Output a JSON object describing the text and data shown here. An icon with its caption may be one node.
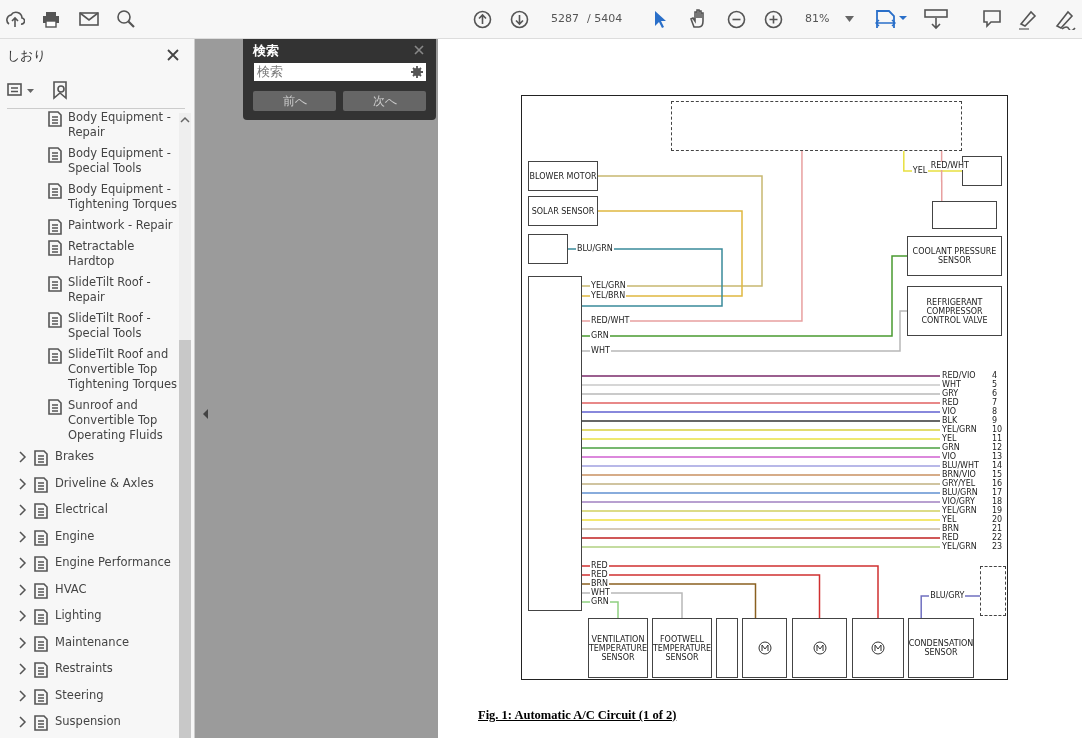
{
  "diagram": {
    "caption": "Fig. 1: Automatic A/C Circuit (1 of 2)",
    "nodes": [
      {
        "text": [],
        "shape": "box"
      },
      {
        "text": [
          "BLOWER MOTOR"
        ]
      },
      {
        "text": [
          "SOLAR SENSOR"
        ]
      },
      {
        "text": [],
        "shape": "box"
      },
      {
        "text": [],
        "shape": "box"
      },
      {
        "text": [],
        "shape": "box"
      },
      {
        "text": [],
        "shape": "box"
      },
      {
        "text": [
          "COOLANT PRESSURE SENSOR"
        ]
      },
      {
        "text": [
          "REFRIGERANT COMPRESSOR CONTROL VALVE"
        ]
      },
      {
        "text": [
          "VENTILATION TEMPERATURE SENSOR"
        ]
      },
      {
        "text": [
          "FOOTWELL TEMPERATURE SENSOR"
        ]
      },
      {
        "text": [],
        "shape": "box"
      },
      {
        "text": [],
        "shape": "box"
      },
      {
        "text": [],
        "shape": "box"
      },
      {
        "text": [],
        "shape": "box"
      },
      {
        "text": [
          "CONDENSATION SENSOR"
        ]
      },
      {
        "text": [],
        "shape": "box"
      }
    ],
    "edges": [
      {
        "from": 1,
        "to": 4,
        "arrow": "none",
        "label": "YEL/GRN",
        "color": "#c8b870"
      },
      {
        "from": 2,
        "to": 4,
        "arrow": "none",
        "label": "YEL/BRN",
        "color": "#e0b840"
      },
      {
        "from": 3,
        "to": 4,
        "arrow": "none",
        "label": "BLU/GRN",
        "color": "#3a8a9a"
      },
      {
        "from": 0,
        "to": 4,
        "arrow": "none",
        "label": "RED/WHT",
        "color": "#e8a0a0"
      },
      {
        "from": 0,
        "to": 5,
        "arrow": "none",
        "label": "YEL",
        "color": "#e8e040"
      },
      {
        "from": 0,
        "to": 6,
        "arrow": "none",
        "label": "RED/WHT",
        "color": "#e8a0a0"
      },
      {
        "from": 4,
        "to": 7,
        "arrow": "none",
        "label": "GRN",
        "color": "#4a9a30"
      },
      {
        "from": 4,
        "to": 8,
        "arrow": "none",
        "label": "WHT",
        "color": "#b8b8b8"
      },
      {
        "from": 4,
        "to": 9,
        "arrow": "none",
        "label": "GRN",
        "color": "#8fd080"
      },
      {
        "from": 4,
        "to": 10,
        "arrow": "none",
        "label": "WHT",
        "color": "#b8b8b8"
      },
      {
        "from": 4,
        "to": 12,
        "arrow": "none",
        "label": "BRN",
        "color": "#8a6020"
      },
      {
        "from": 4,
        "to": 13,
        "arrow": "none",
        "label": "RED",
        "color": "#d03030"
      },
      {
        "from": 4,
        "to": 14,
        "arrow": "none",
        "label": "RED",
        "color": "#d03030"
      },
      {
        "from": 15,
        "to": 16,
        "arrow": "none",
        "label": "BLU/GRY",
        "color": "#7070c0"
      }
    ],
    "labels": [
      "5287",
      "/ 5404",
      "81%",
      "しおり",
      "Body Equipment - Repair",
      "Body Equipment - Special Tools",
      "Body Equipment - Tightening Torques",
      "Paintwork - Repair",
      "Retractable Hardtop",
      "SlideTilt Roof - Repair",
      "SlideTilt Roof - Special Tools",
      "SlideTilt Roof and Convertible Top Tightening Torques",
      "Sunroof and Convertible Top Operating Fluids",
      "Brakes",
      "Driveline & Axles",
      "Electrical",
      "Engine",
      "Engine Performance",
      "HVAC",
      "Lighting",
      "Maintenance",
      "Restraints",
      "Steering",
      "Suspension",
      "検索",
      "検索",
      "前へ",
      "次へ",
      "RED/VIO",
      "4",
      "WHT",
      "5",
      "GRY",
      "6",
      "RED",
      "7",
      "VIO",
      "8",
      "BLK",
      "9",
      "YEL/GRN",
      "10",
      "YEL",
      "11",
      "GRN",
      "12",
      "VIO",
      "13",
      "BLU/WHT",
      "14",
      "BRN/VIO",
      "15",
      "GRY/YEL",
      "16",
      "BLU/GRN",
      "17",
      "VIO/GRY",
      "18",
      "YEL/GRN",
      "19",
      "YEL",
      "20",
      "BRN",
      "21",
      "RED",
      "22",
      "YEL/GRN",
      "23"
    ]
  }
}
